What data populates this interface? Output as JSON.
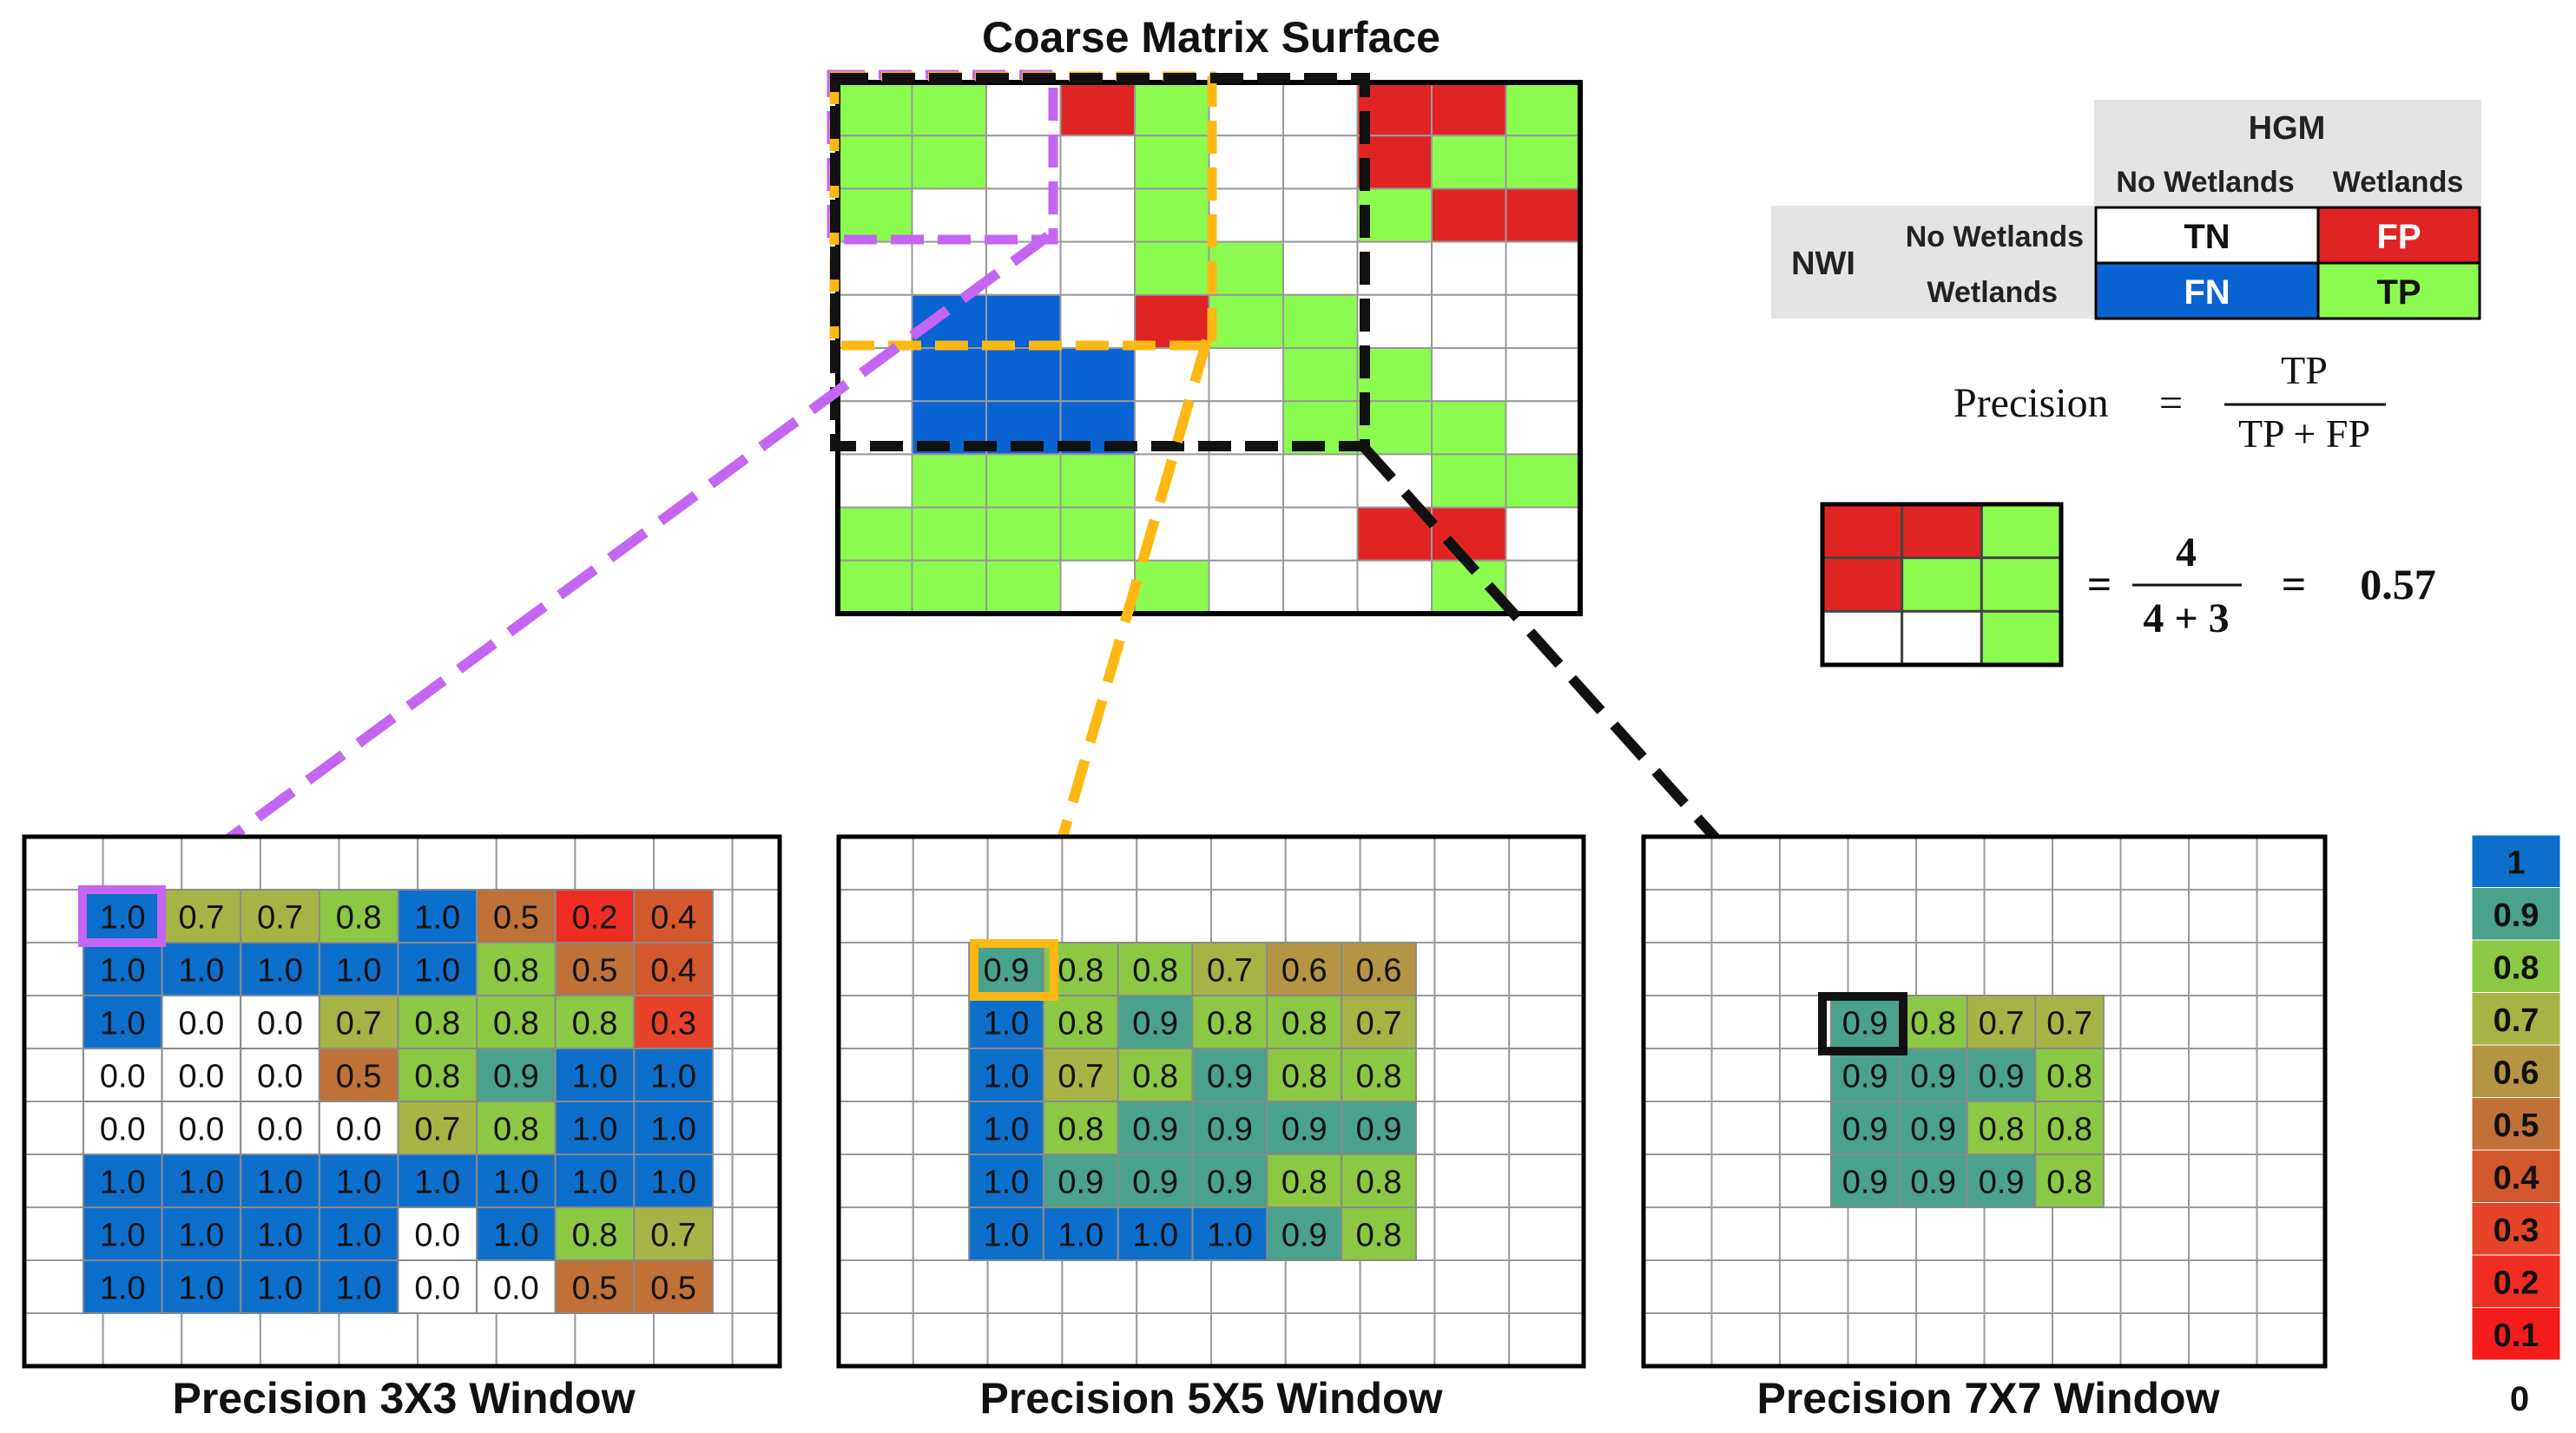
{
  "coarse": {
    "title": "Coarse Matrix Surface",
    "rows": [
      "GGWRGWWRRG",
      "GGWWGWWRGG",
      "GWWWGWWGRR",
      "WWWWGGWWWW",
      "WBBWRGGWWW",
      "WBBBWWGGWW",
      "WBBBWWGGGW",
      "WGGGWWWWGG",
      "GGGGWWWRRW",
      "GGGWGWWWGW"
    ]
  },
  "legend": {
    "hgm": "HGM",
    "nwi": "NWI",
    "col_no": "No Wetlands",
    "col_yes": "Wetlands",
    "row_no": "No Wetlands",
    "row_yes": "Wetlands",
    "tn": "TN",
    "fp": "FP",
    "fn": "FN",
    "tp": "TP"
  },
  "formula": {
    "lhs": "Precision",
    "eq": "=",
    "num": "TP",
    "den": "TP + FP"
  },
  "example": {
    "rows": [
      "RRG",
      "RGG",
      "WWG"
    ],
    "eq1": "=",
    "num": "4",
    "den": "4 + 3",
    "eq2": "=",
    "result": "0.57"
  },
  "panels": [
    {
      "title": "Precision 3X3 Window",
      "values": [
        [
          "1.0",
          "0.7",
          "0.7",
          "0.8",
          "1.0",
          "0.5",
          "0.2",
          "0.4"
        ],
        [
          "1.0",
          "1.0",
          "1.0",
          "1.0",
          "1.0",
          "0.8",
          "0.5",
          "0.4"
        ],
        [
          "1.0",
          "0.0",
          "0.0",
          "0.7",
          "0.8",
          "0.8",
          "0.8",
          "0.3"
        ],
        [
          "0.0",
          "0.0",
          "0.0",
          "0.5",
          "0.8",
          "0.9",
          "1.0",
          "1.0"
        ],
        [
          "0.0",
          "0.0",
          "0.0",
          "0.0",
          "0.7",
          "0.8",
          "1.0",
          "1.0"
        ],
        [
          "1.0",
          "1.0",
          "1.0",
          "1.0",
          "1.0",
          "1.0",
          "1.0",
          "1.0"
        ],
        [
          "1.0",
          "1.0",
          "1.0",
          "1.0",
          "0.0",
          "1.0",
          "0.8",
          "0.7"
        ],
        [
          "1.0",
          "1.0",
          "1.0",
          "1.0",
          "0.0",
          "0.0",
          "0.5",
          "0.5"
        ]
      ]
    },
    {
      "title": "Precision 5X5 Window",
      "values": [
        [
          "0.9",
          "0.8",
          "0.8",
          "0.7",
          "0.6",
          "0.6"
        ],
        [
          "1.0",
          "0.8",
          "0.9",
          "0.8",
          "0.8",
          "0.7"
        ],
        [
          "1.0",
          "0.7",
          "0.8",
          "0.9",
          "0.8",
          "0.8"
        ],
        [
          "1.0",
          "0.8",
          "0.9",
          "0.9",
          "0.9",
          "0.9"
        ],
        [
          "1.0",
          "0.9",
          "0.9",
          "0.9",
          "0.8",
          "0.8"
        ],
        [
          "1.0",
          "1.0",
          "1.0",
          "1.0",
          "0.9",
          "0.8"
        ]
      ]
    },
    {
      "title": "Precision 7X7 Window",
      "values": [
        [
          "0.9",
          "0.8",
          "0.7",
          "0.7"
        ],
        [
          "0.9",
          "0.9",
          "0.9",
          "0.8"
        ],
        [
          "0.9",
          "0.9",
          "0.8",
          "0.8"
        ],
        [
          "0.9",
          "0.9",
          "0.9",
          "0.8"
        ]
      ]
    }
  ],
  "colorbar": {
    "labels": [
      "1",
      "0.9",
      "0.8",
      "0.7",
      "0.6",
      "0.5",
      "0.4",
      "0.3",
      "0.2",
      "0.1"
    ],
    "zero": "0"
  },
  "colors": {
    "tp": "#8cfb4f",
    "fp": "#e02424",
    "fn": "#0a63d2",
    "tn": "#ffffff",
    "window_3x3": "#c466f2",
    "window_5x5": "#fdb813",
    "window_7x7": "#111111",
    "scale": {
      "1": "#0d6fcc",
      "0.9": "#4aa18c",
      "0.8": "#8bc843",
      "0.7": "#a6b446",
      "0.6": "#b59544",
      "0.5": "#bf7137",
      "0.4": "#d4582d",
      "0.3": "#e6432a",
      "0.2": "#f02d22",
      "0.1": "#f51c1c",
      "0": "#ffffff"
    }
  }
}
